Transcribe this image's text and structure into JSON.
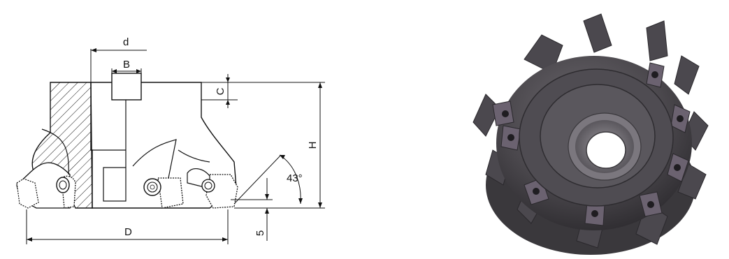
{
  "drawing": {
    "labels": {
      "d": "d",
      "B": "B",
      "C": "C",
      "H": "H",
      "angle": "43°",
      "D": "D",
      "offset": "5"
    }
  },
  "photo": {
    "description_icon": "face-mill-cutter-photo"
  },
  "colors": {
    "line": "#111111",
    "steel_dark": "#3c3a3d",
    "steel_mid": "#5e5b60",
    "steel_light": "#8d8a90",
    "insert": "#6b6270"
  }
}
